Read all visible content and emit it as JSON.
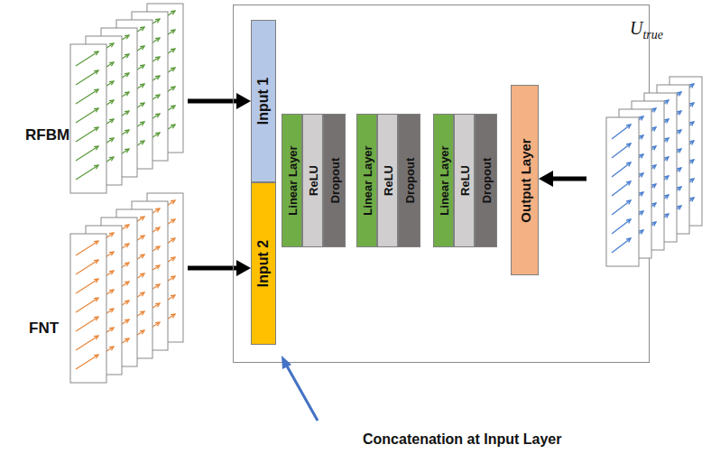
{
  "diagram": {
    "nodes": [
      {
        "text": [
          "RFBM"
        ]
      },
      {
        "text": [
          "FNT"
        ]
      },
      {
        "text": [
          "U",
          "true"
        ]
      },
      {
        "text": [
          "Input 1"
        ]
      },
      {
        "text": [
          "Input 2"
        ]
      },
      {
        "text": [
          "Linear Layer"
        ]
      },
      {
        "text": [
          "ReLU"
        ]
      },
      {
        "text": [
          "Dropout"
        ]
      },
      {
        "text": [
          "Linear Layer"
        ]
      },
      {
        "text": [
          "ReLU"
        ]
      },
      {
        "text": [
          "Dropout"
        ]
      },
      {
        "text": [
          "Linear Layer"
        ]
      },
      {
        "text": [
          "ReLU"
        ]
      },
      {
        "text": [
          "Dropout"
        ]
      },
      {
        "text": [
          "Output Layer"
        ]
      }
    ],
    "edges": [
      {
        "from": 0,
        "to": 3,
        "arrow": "to"
      },
      {
        "from": 1,
        "to": 4,
        "arrow": "to"
      },
      {
        "from": 2,
        "to": 14,
        "arrow": "to"
      }
    ],
    "labels": [
      "Concatenation at Input Layer"
    ]
  }
}
